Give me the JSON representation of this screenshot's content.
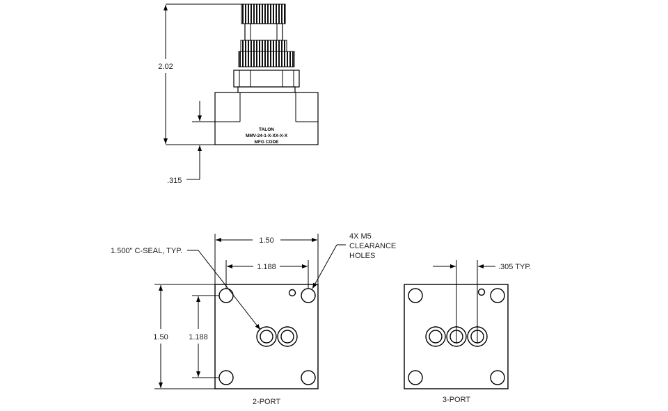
{
  "side_view": {
    "height_dim": "2.02",
    "offset_dim": ".315",
    "body_text": [
      "TALON",
      "MMV-24-1-X-XX-X-X",
      "MFG CODE"
    ]
  },
  "two_port": {
    "width_dim": "1.50",
    "inner_width_dim": "1.188",
    "height_dim": "1.50",
    "inner_height_dim": "1.188",
    "seal_note": "1.500\" C-SEAL, TYP.",
    "hole_note": [
      "4X M5",
      "CLEARANCE",
      "HOLES"
    ],
    "caption": "2-PORT"
  },
  "three_port": {
    "pitch_dim": ".305 TYP.",
    "caption": "3-PORT"
  }
}
